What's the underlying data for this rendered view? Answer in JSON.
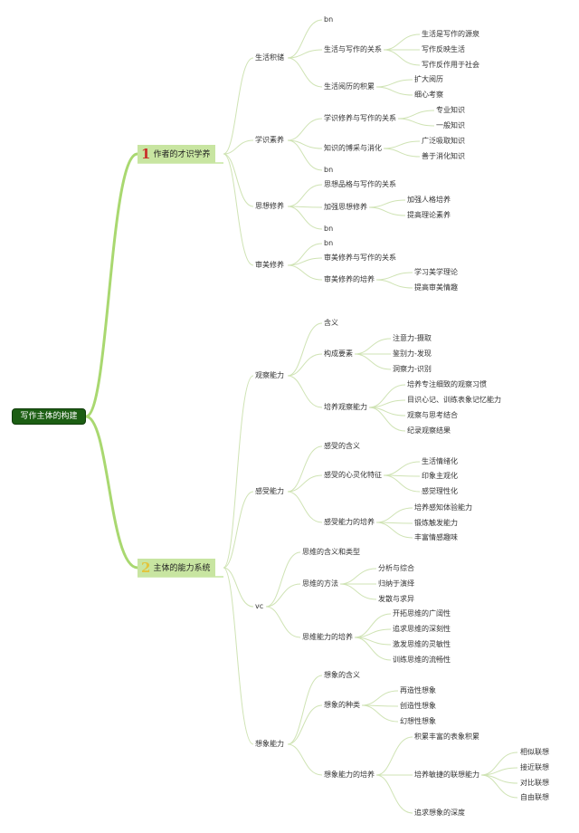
{
  "root": "写作主体的构建",
  "branches": [
    {
      "number": "1",
      "number_color": "#c8322b",
      "label": "作者的才识学养",
      "children": [
        {
          "label": "生活积储",
          "children": [
            {
              "label": "bn"
            },
            {
              "label": "生活与写作的关系",
              "children": [
                {
                  "label": "生活是写作的源泉"
                },
                {
                  "label": "写作反映生活"
                },
                {
                  "label": "写作反作用于社会"
                }
              ]
            },
            {
              "label": "生活阅历的积累",
              "children": [
                {
                  "label": "扩大阅历"
                },
                {
                  "label": "细心考察"
                }
              ]
            }
          ]
        },
        {
          "label": "学识素养",
          "children": [
            {
              "label": "学识修养与写作的关系",
              "children": [
                {
                  "label": "专业知识"
                },
                {
                  "label": "一般知识"
                }
              ]
            },
            {
              "label": "知识的博采与消化",
              "children": [
                {
                  "label": "广泛吸取知识"
                },
                {
                  "label": "善于消化知识"
                }
              ]
            },
            {
              "label": "bn"
            }
          ]
        },
        {
          "label": "思想修养",
          "children": [
            {
              "label": "思想品格与写作的关系"
            },
            {
              "label": "加强思想修养",
              "children": [
                {
                  "label": "加强人格培养"
                },
                {
                  "label": "提高理论素养"
                }
              ]
            },
            {
              "label": "bn"
            }
          ]
        },
        {
          "label": "审美修养",
          "children": [
            {
              "label": "bn"
            },
            {
              "label": "审美修养与写作的关系"
            },
            {
              "label": "审美修养的培养",
              "children": [
                {
                  "label": "学习美学理论"
                },
                {
                  "label": "提高审美情趣"
                }
              ]
            }
          ]
        }
      ]
    },
    {
      "number": "2",
      "number_color": "#e3c43b",
      "label": "主体的能力系统",
      "children": [
        {
          "label": "观察能力",
          "children": [
            {
              "label": "含义"
            },
            {
              "label": "构成要素",
              "children": [
                {
                  "label": "注意力-摄取"
                },
                {
                  "label": "鉴别力-发现"
                },
                {
                  "label": "洞察力-识别"
                }
              ]
            },
            {
              "label": "培养观察能力",
              "children": [
                {
                  "label": "培养专注细致的观察习惯"
                },
                {
                  "label": "目识心记、训练表象记忆能力"
                },
                {
                  "label": "观察与思考结合"
                },
                {
                  "label": "纪录观察结果"
                }
              ]
            }
          ]
        },
        {
          "label": "感受能力",
          "children": [
            {
              "label": "感受的含义"
            },
            {
              "label": "感受的心灵化特征",
              "children": [
                {
                  "label": "生活情绪化"
                },
                {
                  "label": "印象主观化"
                },
                {
                  "label": "感觉理性化"
                }
              ]
            },
            {
              "label": "感受能力的培养",
              "children": [
                {
                  "label": "培养感知体验能力"
                },
                {
                  "label": "锻炼触发能力"
                },
                {
                  "label": "丰富情感趣味"
                }
              ]
            }
          ]
        },
        {
          "label": "vc",
          "children": [
            {
              "label": "思维的含义和类型"
            },
            {
              "label": "思维的方法",
              "children": [
                {
                  "label": "分析与综合"
                },
                {
                  "label": "归纳于演绎"
                },
                {
                  "label": "发散与求异"
                }
              ]
            },
            {
              "label": "思维能力的培养",
              "children": [
                {
                  "label": "开拓思维的广阔性"
                },
                {
                  "label": "追求思维的深刻性"
                },
                {
                  "label": "激发思维的灵敏性"
                },
                {
                  "label": "训练思维的流畅性"
                }
              ]
            }
          ]
        },
        {
          "label": "想象能力",
          "children": [
            {
              "label": "想象的含义"
            },
            {
              "label": "想象的种类",
              "children": [
                {
                  "label": "再造性想象"
                },
                {
                  "label": "创造性想象"
                },
                {
                  "label": "幻想性想象"
                }
              ]
            },
            {
              "label": "想象能力的培养",
              "children": [
                {
                  "label": "积累丰富的表象积累"
                },
                {
                  "label": "培养敏捷的联想能力",
                  "children": [
                    {
                      "label": "相似联想"
                    },
                    {
                      "label": "接近联想"
                    },
                    {
                      "label": "对比联想"
                    },
                    {
                      "label": "自由联想"
                    }
                  ]
                },
                {
                  "label": "追求想象的深度"
                }
              ]
            }
          ]
        }
      ]
    }
  ],
  "colors": {
    "root_bg": "#1c5e13",
    "main_bg": "#c8e5a1",
    "main_connector": "#a9d870",
    "connector": "#cfe3b4"
  }
}
